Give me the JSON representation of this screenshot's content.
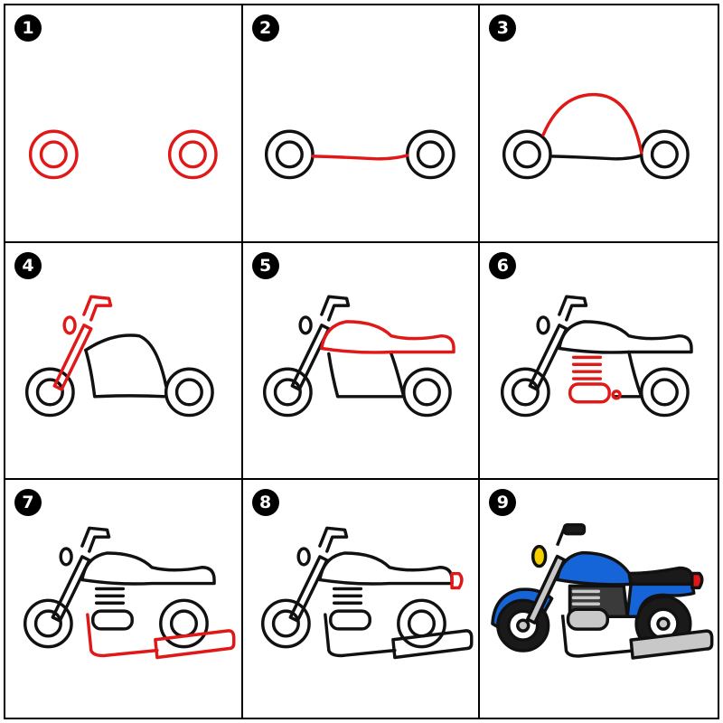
{
  "steps": [
    {
      "number": "1"
    },
    {
      "number": "2"
    },
    {
      "number": "3"
    },
    {
      "number": "4"
    },
    {
      "number": "5"
    },
    {
      "number": "6"
    },
    {
      "number": "7"
    },
    {
      "number": "8"
    },
    {
      "number": "9"
    }
  ],
  "colors": {
    "outline": "#111111",
    "new_stroke": "#e01818",
    "body_blue": "#1565d8",
    "seat_black": "#1a1a1a",
    "chrome_gray": "#c8c8c8",
    "headlight_yellow": "#f5d000",
    "taillight_red": "#e01818"
  },
  "icons": [
    "motorcycle-step-drawing"
  ]
}
